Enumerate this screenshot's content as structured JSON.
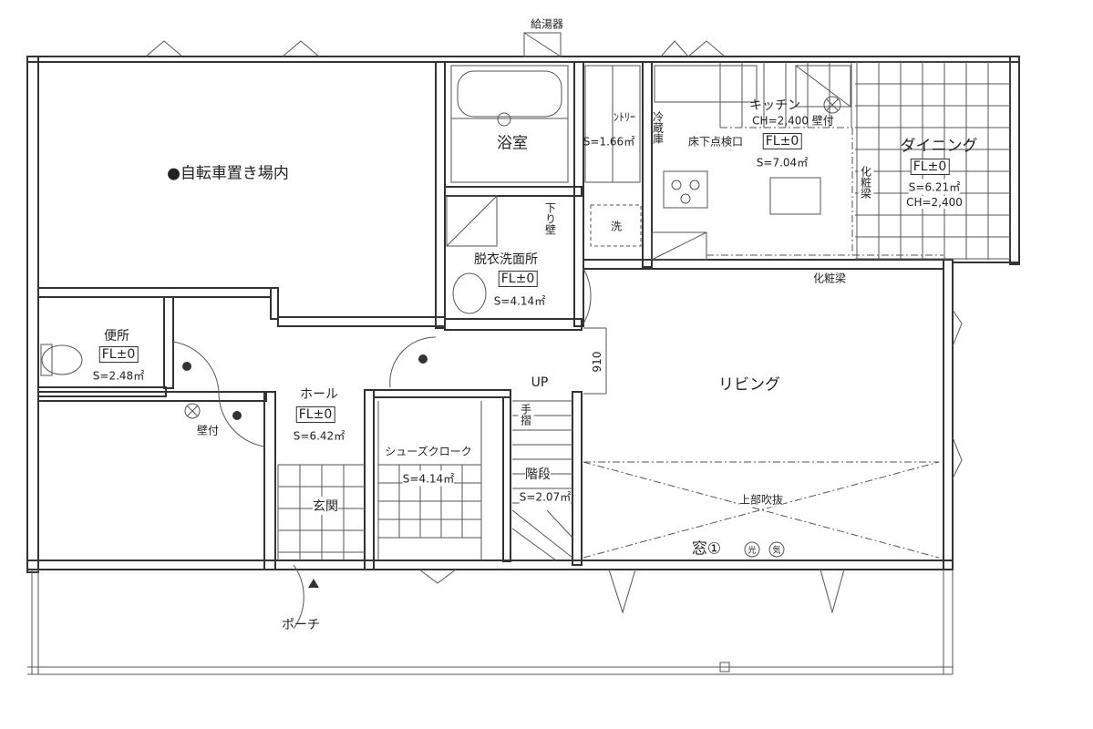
{
  "plan": {
    "water_heater": "給湯器",
    "bicycle_room": "●自転車置き場内",
    "bath": {
      "name": "浴室"
    },
    "pantry": {
      "name": "ﾝﾄﾘｰ",
      "area": "S=1.66㎡"
    },
    "kitchen": {
      "name": "キッチン",
      "ceiling": "CH=2,400 壁付",
      "floor_hatch": "床下点検口",
      "fl": "FL±0",
      "area": "S=7.04㎡",
      "fridge": "冷蔵庫"
    },
    "dining": {
      "name": "ダイニング",
      "fl": "FL±0",
      "area": "S=6.21㎡",
      "ceiling": "CH=2,400",
      "beam": "化粧梁"
    },
    "beam_label": "化粧梁",
    "washroom": {
      "name": "脱衣洗面所",
      "fl": "FL±0",
      "area": "S=4.14㎡",
      "washer": "洗",
      "drop_wall": "下り壁"
    },
    "toilet": {
      "name": "便所",
      "fl": "FL±0",
      "area": "S=2.48㎡"
    },
    "hall": {
      "name": "ホール",
      "fl": "FL±0",
      "area": "S=6.42㎡",
      "light": "壁付"
    },
    "entrance": {
      "name": "玄関"
    },
    "shoe_closet": {
      "name": "シューズクローク",
      "area": "S=4.14㎡"
    },
    "stairs": {
      "up": "UP",
      "handrail": "手摺",
      "name": "階段",
      "area": "S=2.07㎡"
    },
    "living": {
      "name": "リビング",
      "dimension": "910",
      "void": "上部吹抜",
      "window": "窓①",
      "mark1": "光",
      "mark2": "気"
    },
    "porch": {
      "name": "ポーチ"
    }
  }
}
